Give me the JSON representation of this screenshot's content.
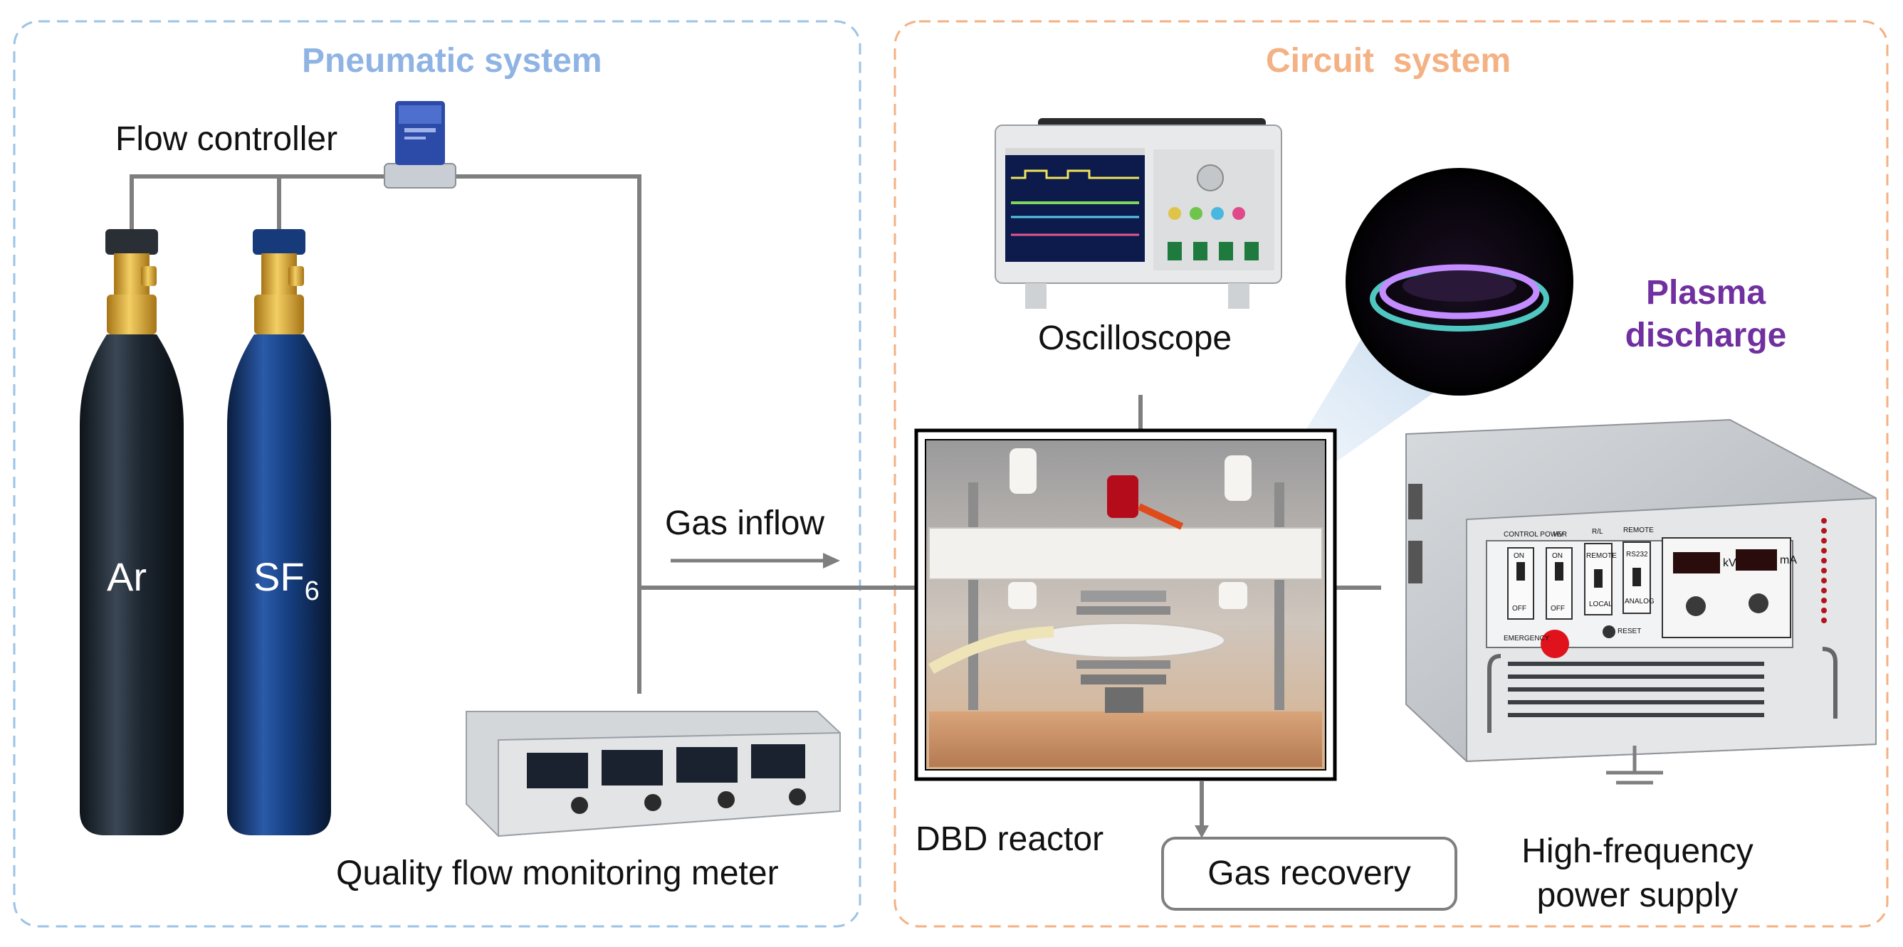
{
  "pneumatic": {
    "title": "Pneumatic system",
    "title_color": "#8fb4e3",
    "border_color": "#9dc3e6",
    "flow_controller": "Flow controller",
    "cylinder_ar": "Ar",
    "cylinder_sf6_base": "SF",
    "cylinder_sf6_sub": "6",
    "flow_meter": "Quality flow monitoring meter",
    "gas_inflow": "Gas inflow"
  },
  "circuit": {
    "title": "Circuit  system",
    "title_color": "#f4b183",
    "border_color": "#f4b183",
    "oscilloscope": "Oscilloscope",
    "plasma_line1": "Plasma",
    "plasma_line2": "discharge",
    "plasma_color": "#7030a0",
    "dbd_reactor": "DBD reactor",
    "gas_recovery": "Gas recovery",
    "power_line1": "High-frequency",
    "power_line2": "power supply"
  },
  "panel": {
    "control_power": "CONTROL POWER",
    "hv": "HV",
    "rl": "R/L",
    "remote": "REMOTE",
    "on": "ON",
    "off": "OFF",
    "remote_btn": "REMOTE",
    "local": "LOCAL",
    "rs232": "RS232",
    "analog": "ANALOG",
    "kv_unit": "kV",
    "ma_unit": "mA",
    "emergency": "EMERGENCY",
    "reset": "RESET"
  },
  "colors": {
    "pipe": "#7f7f7f",
    "ar_cylinder": "#1c2530",
    "sf6_cylinder": "#123466",
    "valve_brass": "#d9a534"
  }
}
